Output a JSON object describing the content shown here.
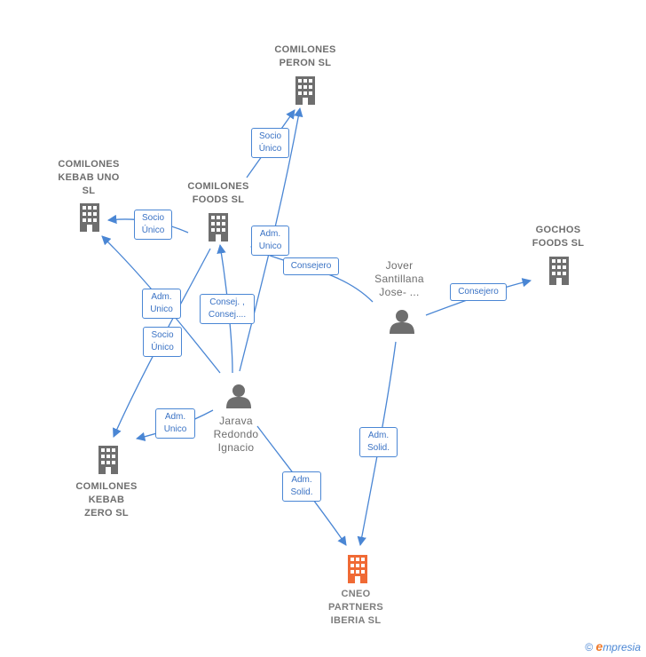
{
  "colors": {
    "edge": "#4a86d4",
    "company": "#6e6e6e",
    "focus_company": "#f06a35",
    "person": "#6e6e6e"
  },
  "nodes": {
    "comilones_peron": {
      "label": "COMILONES\nPERON SL",
      "icon": "building-icon"
    },
    "comilones_kebab_uno": {
      "label": "COMILONES\nKEBAB UNO\nSL",
      "icon": "building-icon"
    },
    "comilones_foods": {
      "label": "COMILONES\nFOODS SL",
      "icon": "building-icon"
    },
    "gochos_foods": {
      "label": "GOCHOS\nFOODS SL",
      "icon": "building-icon"
    },
    "jover": {
      "label": "Jover\nSantillana\nJose- ...",
      "icon": "person-icon"
    },
    "jarava": {
      "label": "Jarava\nRedondo\nIgnacio",
      "icon": "person-icon"
    },
    "comilones_kebab_zero": {
      "label": "COMILONES\nKEBAB\nZERO SL",
      "icon": "building-icon"
    },
    "cneo": {
      "label": "CNEO\nPARTNERS\nIBERIA SL",
      "icon": "building-icon"
    }
  },
  "edge_labels": {
    "socio_unico_peron": "Socio\nÚnico",
    "socio_unico_kebab_uno": "Socio\nÚnico",
    "adm_unico_peron": "Adm.\nUnico",
    "consejero_foods": "Consejero",
    "consejero_gochos": "Consejero",
    "adm_unico_kebab_uno": "Adm.\nUnico",
    "consej_foods": "Consej. ,\nConsej....",
    "socio_unico_zero": "Socio\nÚnico",
    "adm_unico_zero": "Adm.\nUnico",
    "adm_solid_jover": "Adm.\nSolid.",
    "adm_solid_jarava": "Adm.\nSolid."
  },
  "footer": {
    "copyright": "©",
    "brand_e": "e",
    "brand_rest": "mpresia"
  }
}
